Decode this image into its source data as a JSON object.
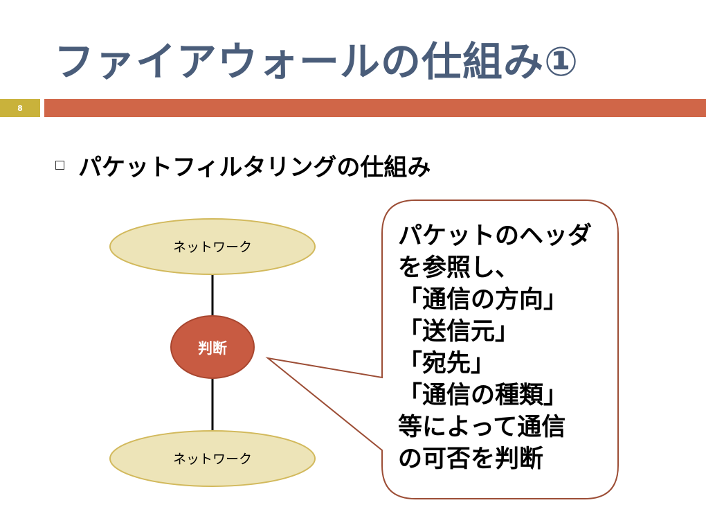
{
  "slide": {
    "title": "ファイアウォールの仕組み①",
    "page_number": "8",
    "bullet": "パケットフィルタリングの仕組み"
  },
  "diagram": {
    "top_node": "ネットワーク",
    "middle_node": "判断",
    "bottom_node": "ネットワーク"
  },
  "callout": {
    "lines": [
      "パケットのヘッダ",
      "を参照し、",
      "「通信の方向」",
      "「送信元」",
      "「宛先」",
      "「通信の種類」",
      "等によって通信",
      "の可否を判断"
    ]
  },
  "colors": {
    "title": "#4a5d7a",
    "number_box": "#c9b23b",
    "accent_bar": "#d06648",
    "network_fill": "#ede4b8",
    "network_stroke": "#d2b95c",
    "judge_fill": "#c85b42",
    "callout_stroke": "#9c4d35"
  }
}
